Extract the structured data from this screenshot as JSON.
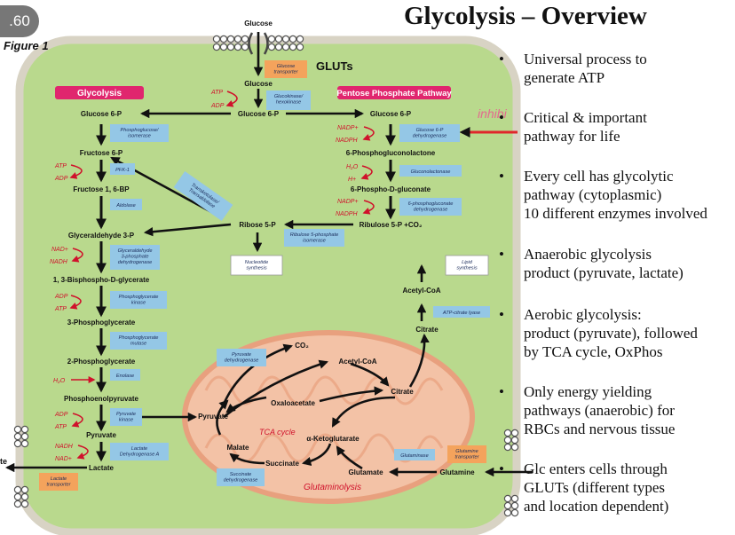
{
  "slide": {
    "slide_number": ".60",
    "figure_label": "Figure 1",
    "title": "Glycolysis – Overview"
  },
  "bullets": [
    "Universal process to\ngenerate ATP",
    "Critical & important\npathway for life",
    "Every cell has glycolytic\npathway (cytoplasmic)\n10 different enzymes involved",
    "Anaerobic glycolysis\nproduct (pyruvate, lactate)",
    "Aerobic glycolysis:\nproduct (pyruvate), followed\nby TCA cycle, OxPhos",
    "Only energy yielding\npathways (anaerobic) for\nRBCs and nervous tissue",
    "Glc enters cells through\nGLUTs (different types\nand location dependent)"
  ],
  "bullet_marker": "•",
  "diagram": {
    "glycolysis_label": "Glycolysis",
    "ppp_label": "Pentose Phosphate Pathway",
    "gluts_label": "GLUTs",
    "inhibit_label": "inhibi",
    "tca_label": "TCA cycle",
    "glutaminolysis_label": "Glutaminolysis",
    "lactate_exit_label": "te",
    "metabolites": {
      "glucose_out": "Glucose",
      "glucose_in": "Glucose",
      "g6p": "Glucose 6-P",
      "g6p_ppp": "Glucose 6-P",
      "f6p": "Fructose 6-P",
      "f16bp": "Fructose 1, 6-BP",
      "g3p": "Glyceraldehyde 3-P",
      "bpg": "1, 3-Bisphospho-D-glycerate",
      "pg3": "3-Phosphoglycerate",
      "pg2": "2-Phosphoglycerate",
      "pep": "Phosphoenolpyruvate",
      "pyruvate": "Pyruvate",
      "lactate": "Lactate",
      "pgl": "6-Phosphogluconolactone",
      "pgn": "6-Phospho-D-gluconate",
      "ru5p": "Ribulose 5-P +CO₂",
      "r5p": "Ribose 5-P",
      "citrate_cyto": "Citrate",
      "acetylcoa_cyto": "Acetyl-CoA",
      "pyruvate_mito": "Pyruvate",
      "co2": "CO₂",
      "acetylcoa_mito": "Acetyl-CoA",
      "oxaloacetate": "Oxaloacetate",
      "citrate_mito": "Citrate",
      "akg": "α-Ketoglutarate",
      "malate": "Malate",
      "succinate": "Succinate",
      "glutamate": "Glutamate",
      "glutamine": "Glutamine"
    },
    "enzymes": {
      "glucose_transporter": "Glucose\ntransporter",
      "hexokinase": "Glucokinase/\nhexokinase",
      "pgi": "Phosphoglucose/\nisomerase",
      "pfk": "PFK-1",
      "aldolase": "Aldolase",
      "gapdh": "Glyceraldehyde\n3-phosphate\ndehydrogenase",
      "pgk": "Phosphoglycerate\nkinase",
      "pgm": "Phosphoglycerate\nmutase",
      "enolase": "Enolase",
      "pk": "Pyruvate\nkinase",
      "ldh": "Lactate\nDehydrogenase A",
      "lactate_transporter": "Lactate\ntransporter",
      "g6pd": "Glucose 6-P\ndehydrogenase",
      "gluconolactonase": "Gluconolactonase",
      "pgd": "6-phosphogluconate\ndehydrogenase",
      "rpi": "Ribulose 5-phosphate\nisomerase",
      "transketolase": "Transketolase/\nTransaldolase",
      "acly": "ATP-citrate lyase",
      "pdh": "Pyruvate\ndehydrogenase",
      "sdh": "Succinate\ndehydrogenase",
      "glutaminase": "Glutaminase",
      "glutamine_transporter": "Glutamine\ntransporter"
    },
    "outputs": {
      "nucleotide": "Nucleotide\nsynthesis",
      "lipid": "Lipid\nsynthesis"
    },
    "cofactors": {
      "atp1": "ATP",
      "adp1": "ADP",
      "atp2": "ATP",
      "adp2": "ADP",
      "nad1": "NAD+",
      "nadh1": "NADH",
      "adp3": "ADP",
      "atp3": "ATP",
      "h2o1": "H₂O",
      "adp4": "ADP",
      "atp4": "ATP",
      "nadh2": "NADH",
      "nad2": "NAD+",
      "nadp1": "NADP+",
      "nadph1": "NADPH",
      "h2o2": "H₂O",
      "h1": "H+",
      "nadp2": "NADP+",
      "nadph2": "NADPH"
    },
    "colors": {
      "cell_fill": "#b9d98d",
      "cell_border": "#d8d3c4",
      "mito_fill": "#f3c2a6",
      "mito_border": "#e8a07e",
      "enzyme_box": "#94c7e6",
      "transporter_box": "#f4a35c",
      "label_pink": "#e0266e",
      "cofactor_red": "#d0112b",
      "accent_arrow": "#e0262b",
      "arrow_black": "#111111"
    }
  }
}
